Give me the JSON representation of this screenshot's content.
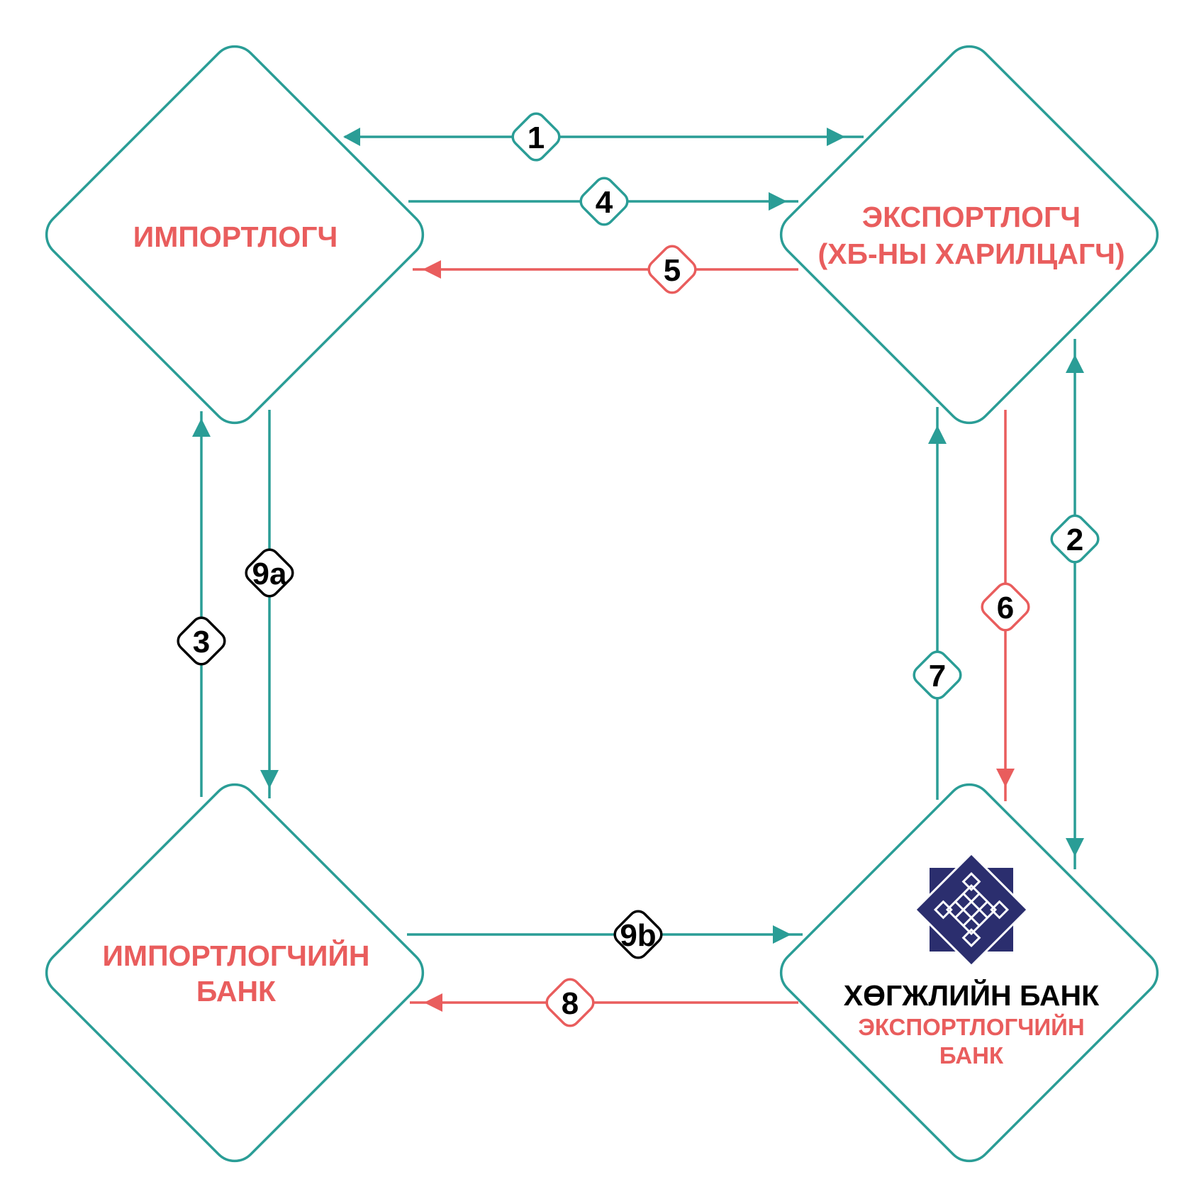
{
  "colors": {
    "teal": "#2a9d96",
    "red": "#e95d5d",
    "black": "#000000",
    "logo_navy": "#2b2e6e"
  },
  "nodes": {
    "importer": {
      "label": "ИМПОРТЛОГЧ"
    },
    "exporter": {
      "line1": "ЭКСПОРТЛОГЧ",
      "line2": "(ХБ-НЫ ХАРИЛЦАГЧ)"
    },
    "importer_bank": {
      "line1": "ИМПОРТЛОГЧИЙН",
      "line2": "БАНК"
    },
    "exporter_bank": {
      "name": "ХӨГЖЛИЙН БАНК",
      "sub1": "ЭКСПОРТЛОГЧИЙН",
      "sub2": "БАНК",
      "logo_icon": "endless-knot-icon"
    }
  },
  "steps": {
    "s1": "1",
    "s2": "2",
    "s3": "3",
    "s4": "4",
    "s5": "5",
    "s6": "6",
    "s7": "7",
    "s8": "8",
    "s9a": "9a",
    "s9b": "9b"
  }
}
